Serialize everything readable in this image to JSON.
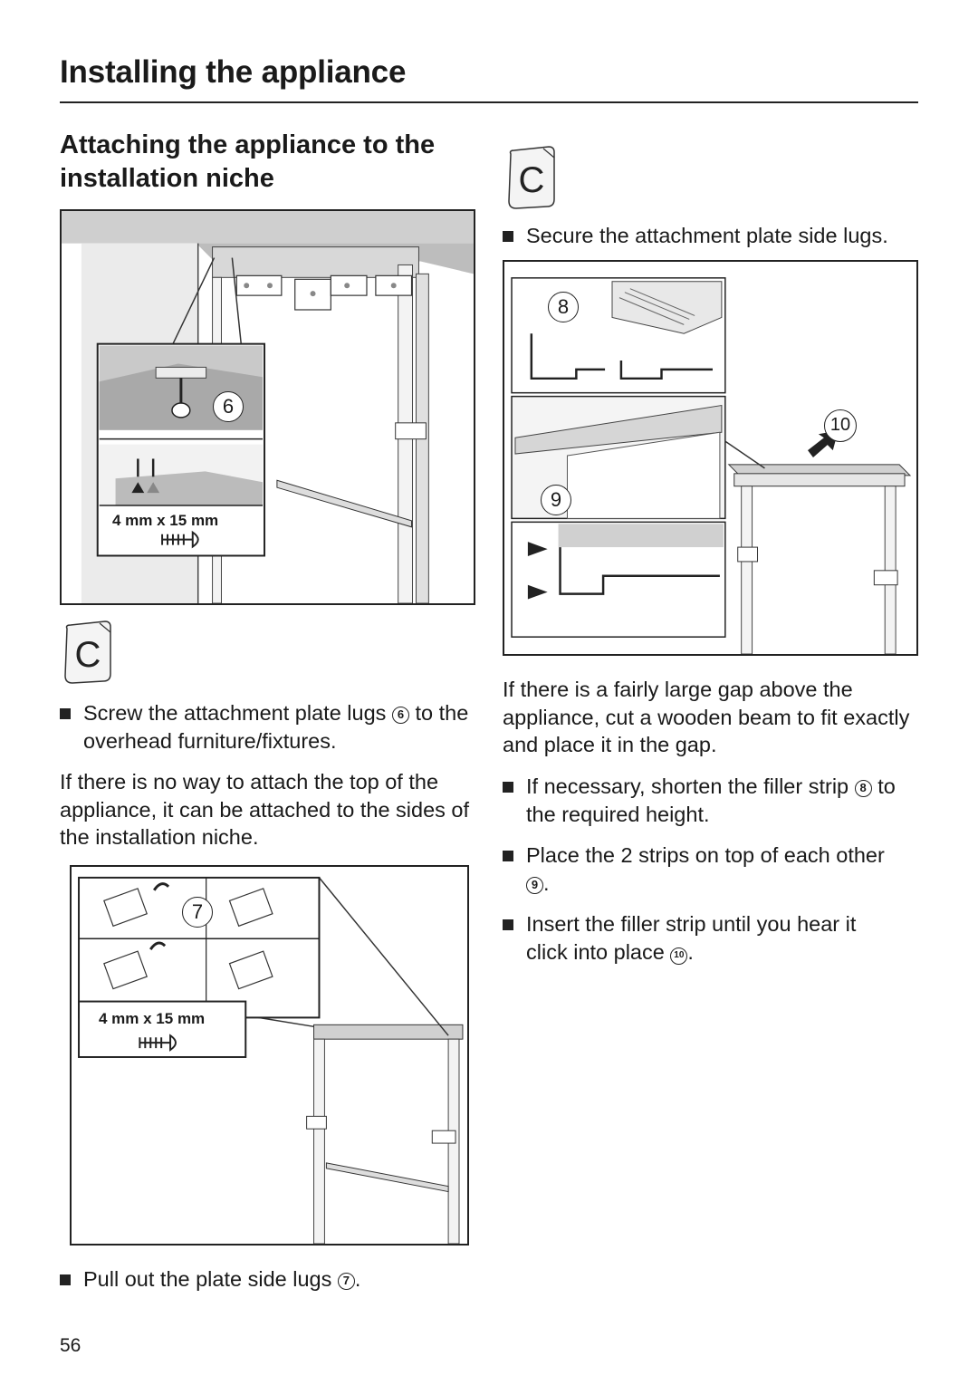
{
  "header": {
    "title": "Installing the appliance"
  },
  "section": {
    "heading_line1": "Attaching the appliance to the",
    "heading_line2": "installation niche"
  },
  "figures": {
    "fig1": {
      "callout": "6",
      "screw_label": "4 mm x 15 mm"
    },
    "fig2": {
      "callout": "7",
      "screw_label": "4 mm x 15 mm"
    },
    "fig3": {
      "callout_8": "8",
      "callout_9": "9",
      "callout_10": "10"
    }
  },
  "icons": {
    "accessory_bag_letter": "C"
  },
  "left_column": {
    "bullet1_text_a": "Screw the attachment plate lugs",
    "bullet1_ref": "6",
    "bullet1_text_b": "to the overhead furniture/fixtures.",
    "para1": "If there is no way to attach the top of the appliance, it can be attached to the sides of the installation niche.",
    "bullet2_text": "Pull out the plate side lugs",
    "bullet2_ref": "7"
  },
  "right_column": {
    "bullet1": "Secure the attachment plate side lugs.",
    "para1": "If there is a fairly large gap above the appliance, cut a wooden beam to fit exactly and place it in the gap.",
    "bullet2_text_a": "If necessary, shorten the filler strip",
    "bullet2_ref": "8",
    "bullet2_text_b": "to the required height.",
    "bullet3_text": "Place the 2 strips on top of each other",
    "bullet3_ref": "9",
    "bullet4_text": "Insert the filler strip until you hear it click into place",
    "bullet4_ref": "10"
  },
  "footer": {
    "page_number": "56"
  }
}
